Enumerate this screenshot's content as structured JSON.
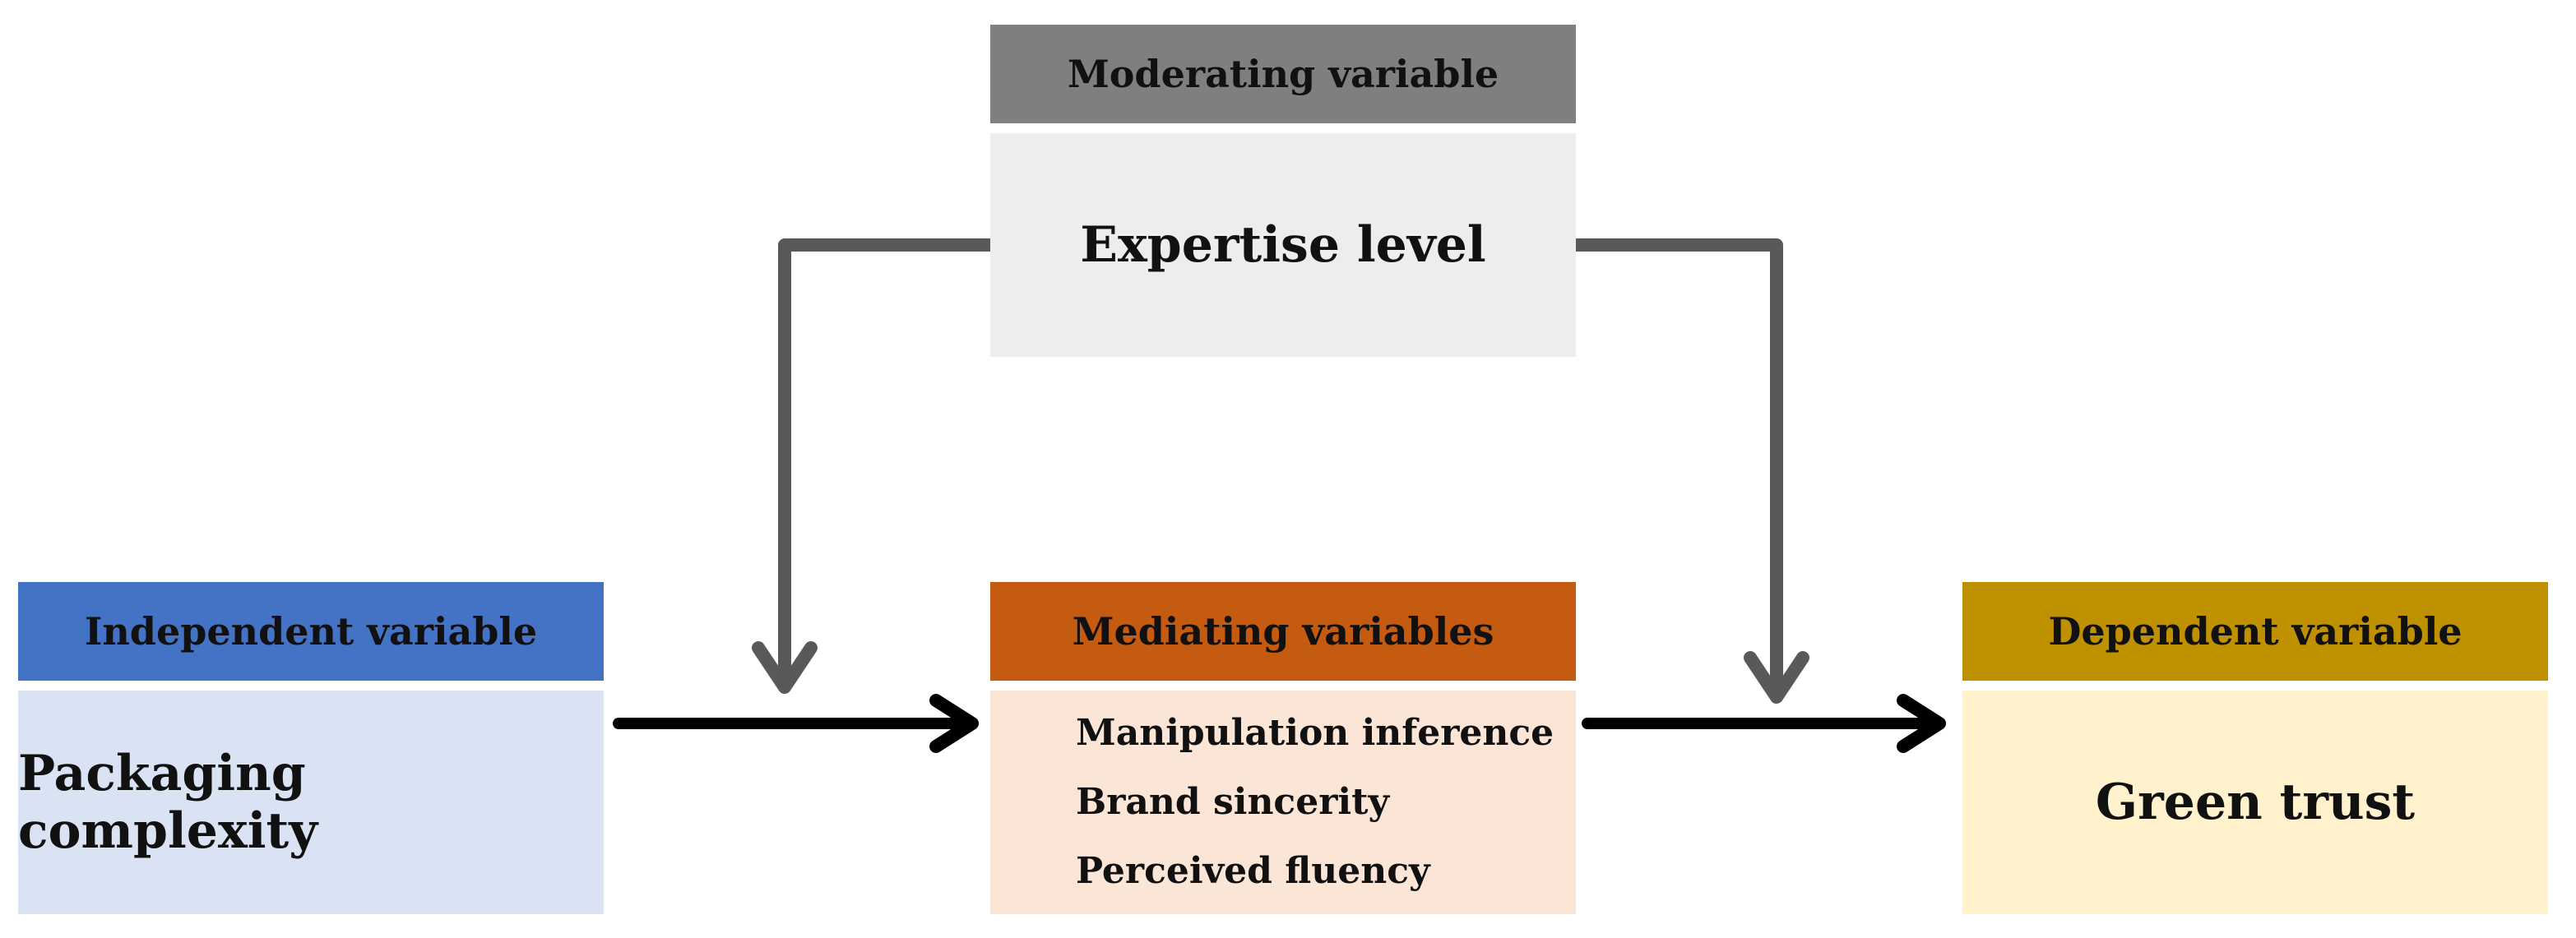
{
  "colors": {
    "moderator_header": "#7f7f7f",
    "moderator_body": "#ededed",
    "independent_header": "#4472c4",
    "independent_body": "#dae3f3",
    "mediator_header": "#c55a11",
    "mediator_body": "#fbe5d6",
    "dependent_header": "#bf9000",
    "dependent_body": "#fff2cc",
    "connector_gray": "#595959",
    "arrow_black": "#000000"
  },
  "moderator": {
    "header": "Moderating variable",
    "label": "Expertise level"
  },
  "independent": {
    "header": "Independent variable",
    "label": "Packaging complexity"
  },
  "mediator": {
    "header": "Mediating variables",
    "items": [
      "Manipulation inference",
      "Brand sincerity",
      "Perceived fluency"
    ]
  },
  "dependent": {
    "header": "Dependent variable",
    "label": "Green trust"
  }
}
